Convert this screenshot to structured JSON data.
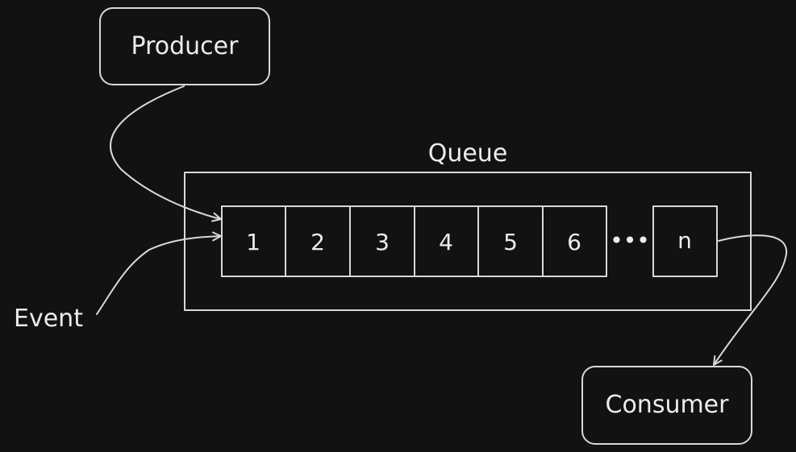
{
  "diagram": {
    "producer": {
      "label": "Producer"
    },
    "queue": {
      "label": "Queue",
      "cells": [
        "1",
        "2",
        "3",
        "4",
        "5",
        "6"
      ],
      "ellipsis": "•••",
      "last_cell": "n"
    },
    "event": {
      "label": "Event"
    },
    "consumer": {
      "label": "Consumer"
    }
  },
  "colors": {
    "background": "#121212",
    "stroke": "#d9d9d9",
    "text": "#ececec"
  }
}
